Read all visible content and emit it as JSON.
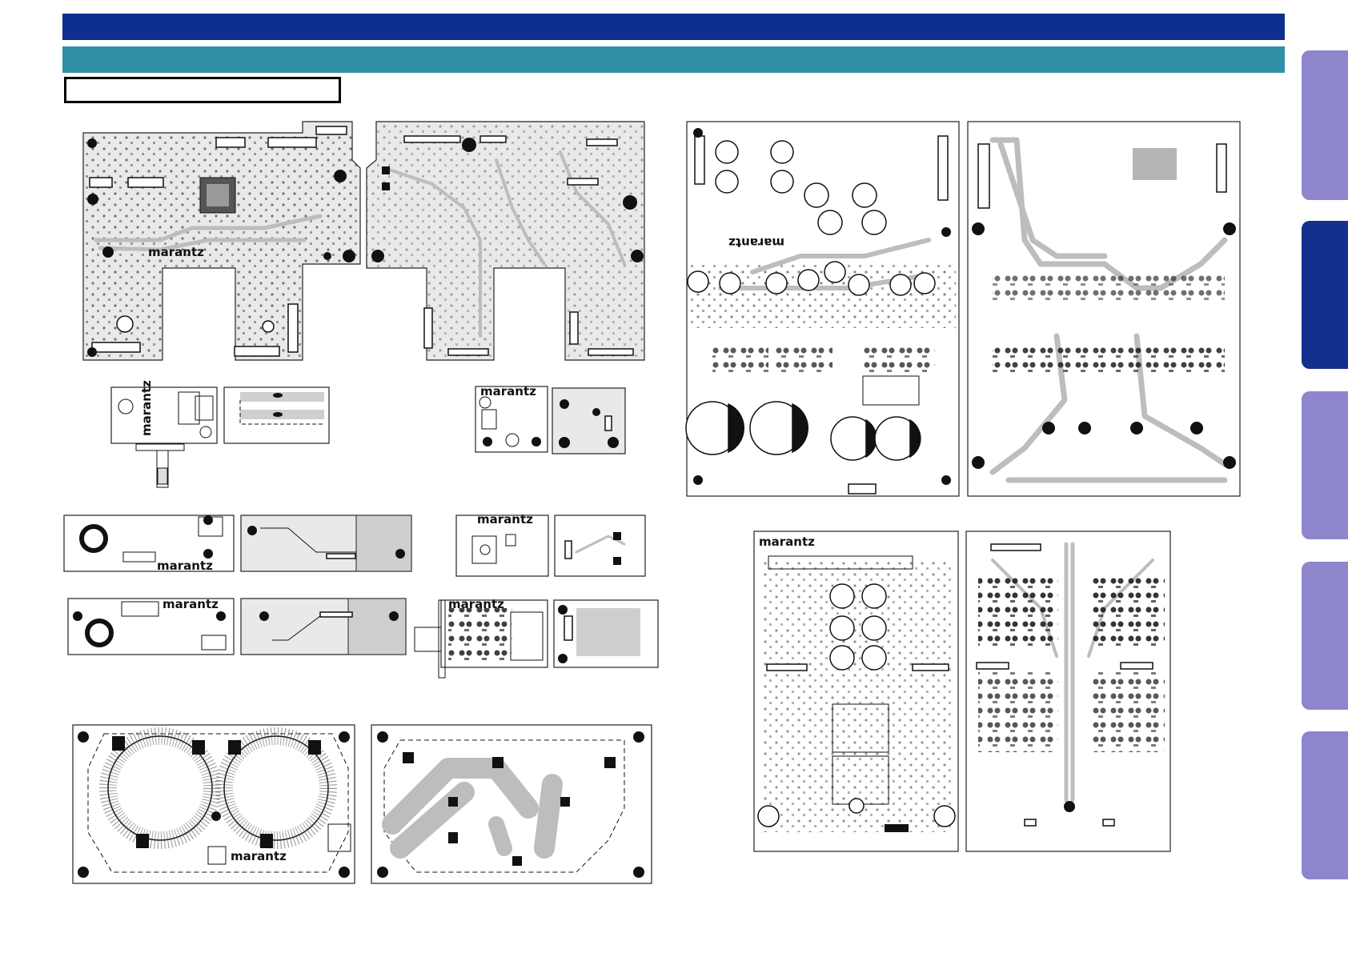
{
  "header": {
    "title": "",
    "subtitle": "",
    "section_label": ""
  },
  "brand_logo": "marantz",
  "colors": {
    "header_bar": "#0f2f8f",
    "sub_bar": "#2f8fa5",
    "tab_inactive": "#8d86cc",
    "tab_active": "#13308f"
  },
  "side_tabs": [
    {
      "id": "tab-1",
      "active": false
    },
    {
      "id": "tab-2",
      "active": true
    },
    {
      "id": "tab-3",
      "active": false
    },
    {
      "id": "tab-4",
      "active": false
    },
    {
      "id": "tab-5",
      "active": false
    }
  ]
}
